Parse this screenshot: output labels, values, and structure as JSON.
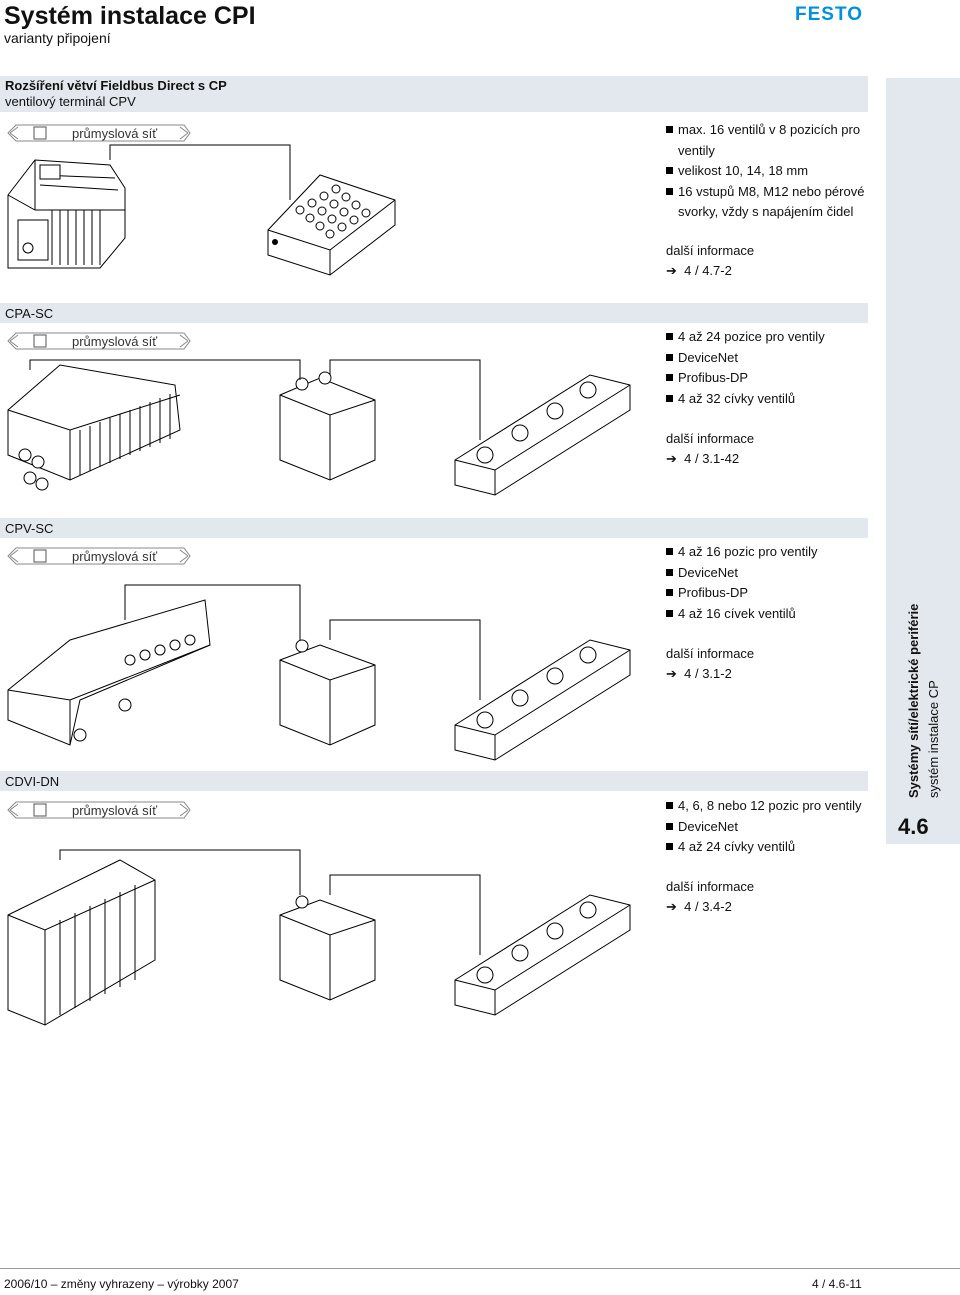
{
  "header": {
    "title": "Systém instalace CPI",
    "subtitle": "varianty připojení",
    "brand": "FESTO",
    "brand_color": "#0091dc"
  },
  "top_box": {
    "line1": "Rozšíření větví Fieldbus Direct s CP",
    "line2": "ventilový terminál CPV"
  },
  "network_label": "průmyslová síť",
  "sections": [
    {
      "bullets": [
        "max. 16 ventilů v 8 pozicích pro ventily",
        "velikost 10, 14, 18 mm",
        "16 vstupů M8, M12 nebo pérové svorky, vždy s napájením čidel"
      ],
      "more_label": "další informace",
      "more_ref": "4 / 4.7-2"
    },
    {
      "title": "CPA-SC",
      "bullets": [
        "4 až 24 pozice pro ventily",
        "DeviceNet",
        "Profibus-DP",
        "4 až 32 cívky ventilů"
      ],
      "more_label": "další informace",
      "more_ref": "4 / 3.1-42"
    },
    {
      "title": "CPV-SC",
      "bullets": [
        "4 až 16 pozic pro ventily",
        "DeviceNet",
        "Profibus-DP",
        "4 až 16 cívek ventilů"
      ],
      "more_label": "další informace",
      "more_ref": "4 / 3.1-2"
    },
    {
      "title": "CDVI-DN",
      "bullets": [
        "4, 6, 8 nebo 12 pozic pro ventily",
        "DeviceNet",
        "4 až 24 cívky ventilů"
      ],
      "more_label": "další informace",
      "more_ref": "4 / 3.4-2"
    }
  ],
  "sidebar": {
    "line1": "Systémy sítí/elektrické periférie",
    "line2": "systém instalace CP",
    "section": "4.6"
  },
  "footer": {
    "left": "2006/10 – změny vyhrazeny – výrobky 2007",
    "right": "4 / 4.6-11"
  },
  "arrow_glyph": "➔"
}
